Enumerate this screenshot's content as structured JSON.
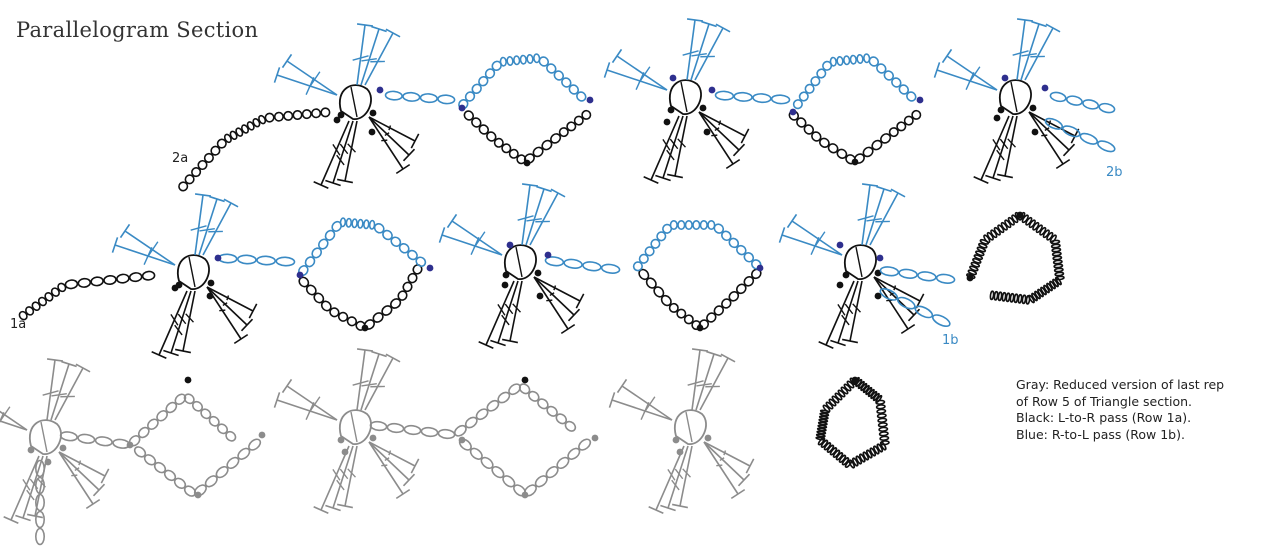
{
  "title": "Parallelogram Section",
  "labels": {
    "row_2a": "2a",
    "row_2b": "2b",
    "row_1a": "1a",
    "row_1b": "1b"
  },
  "legend": [
    "Gray: Reduced version of last rep",
    "of Row 5 of Triangle section.",
    "Black: L-to-R pass (Row 1a).",
    "Blue: R-to-L pass (Row 1b)."
  ],
  "colors": {
    "gray": "#8c8c8c",
    "black": "#111111",
    "blue": "#3a8ac4",
    "slip_stitch_blue": "#2e2f8e"
  }
}
